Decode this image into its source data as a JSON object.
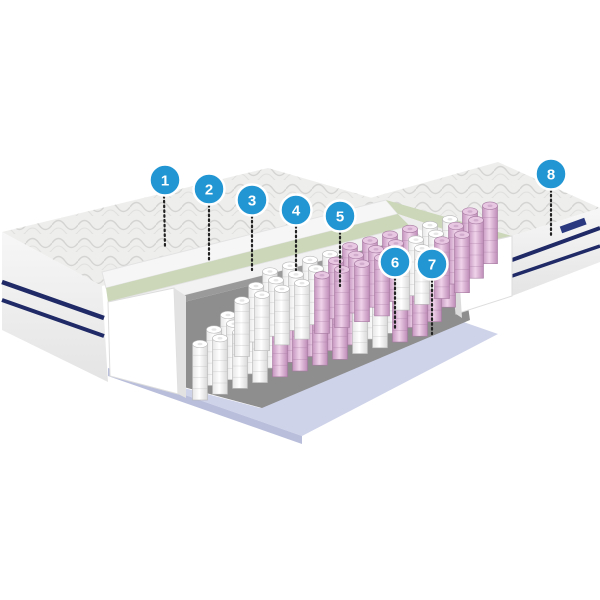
{
  "colors": {
    "badge": "#2196d3",
    "badge_text": "#ffffff",
    "quilt": "#eeeeed",
    "piping": "#1f2a66",
    "latex": "#cbd7b8",
    "foam": "#f2f2f2",
    "pocket_springs": "#ffffff",
    "zone_springs": "#d9aed3",
    "base": "#cfd3ea"
  },
  "callouts": [
    {
      "label": "1",
      "layer": "quilted-cover"
    },
    {
      "label": "2",
      "layer": "top-comfort-layer"
    },
    {
      "label": "3",
      "layer": "latex-layer"
    },
    {
      "label": "4",
      "layer": "foam-layer"
    },
    {
      "label": "5",
      "layer": "zoned-springs"
    },
    {
      "label": "6",
      "layer": "pocket-springs"
    },
    {
      "label": "7",
      "layer": "side-reinforcement"
    },
    {
      "label": "8",
      "layer": "cover-side-panel"
    }
  ]
}
